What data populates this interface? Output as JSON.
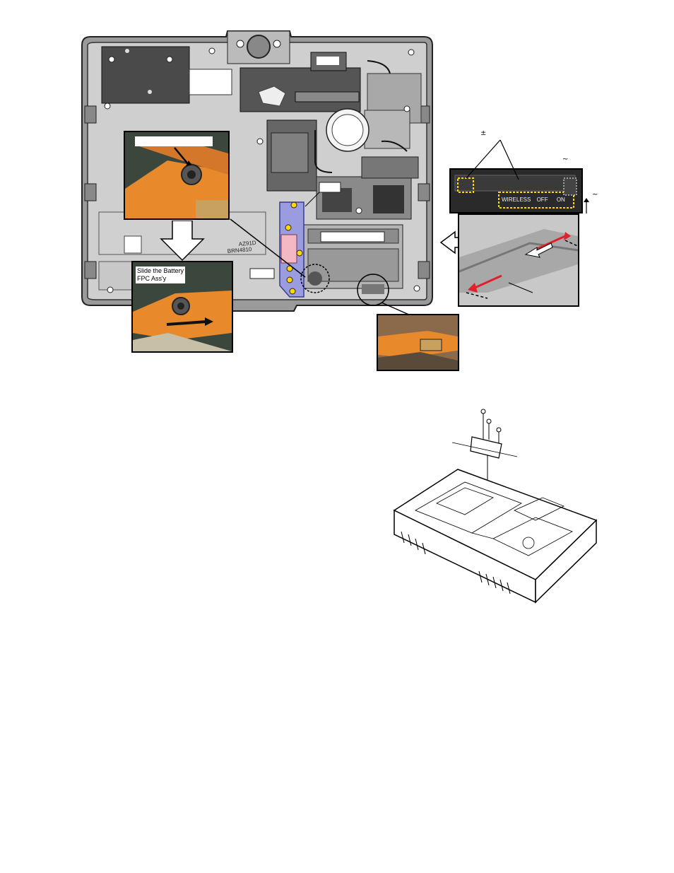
{
  "photos": {
    "bottom_left": {
      "label_line1": "Slide the Battery",
      "label_line2": "FPC Ass'y"
    }
  },
  "switch_panel": {
    "wireless_label": "WIRELESS",
    "off_label": "OFF",
    "on_label": "ON",
    "plus_minus_symbol": "±",
    "tilde_symbol_top": "~",
    "tilde_symbol_side": "~"
  },
  "board_markings": {
    "code_1": "AZ91D",
    "code_2": "BRN4810"
  },
  "colors": {
    "orange_fpc": "#e8892b",
    "highlight_yellow": "#ffd800",
    "lavender_fpc": "#9b9be0",
    "pink_pad": "#f4b8c4",
    "red_arrow": "#e0202a"
  }
}
